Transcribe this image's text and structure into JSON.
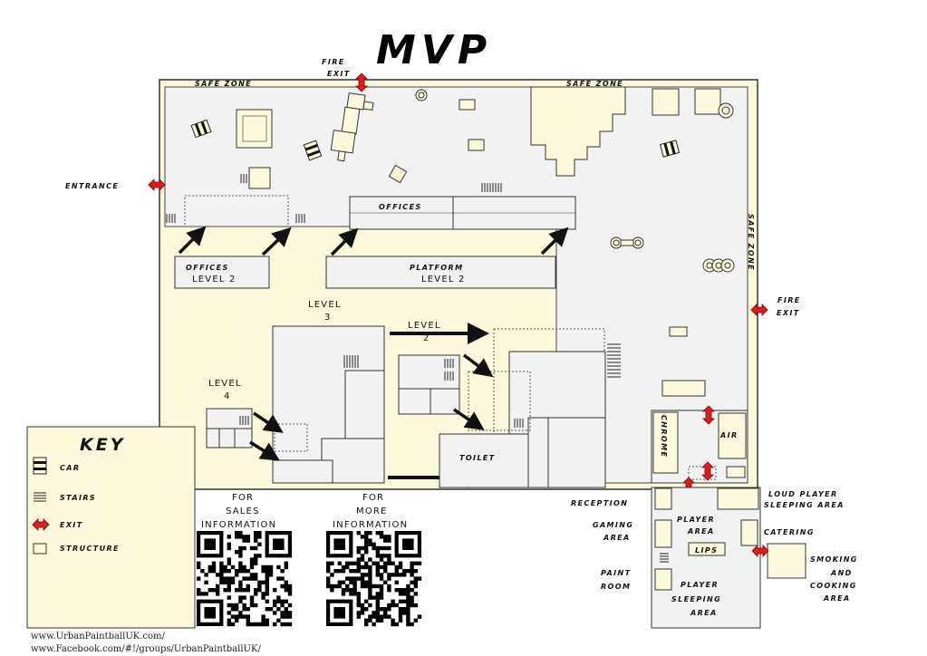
{
  "logo": "MVP",
  "colors": {
    "safe_zone": "#fbf8dc",
    "floor": "#f2f2f2",
    "structure": "#fbf8dc",
    "exit_arrow": "#e11b1b",
    "wall": "#333333"
  },
  "zones": {
    "safe_zone_top_left": "SAFE ZONE",
    "safe_zone_top_right": "SAFE ZONE",
    "safe_zone_right": "SAFE ZONE"
  },
  "exits": {
    "fire_exit_top_1": "FIRE",
    "fire_exit_top_2": "EXIT",
    "fire_exit_right_1": "FIRE",
    "fire_exit_right_2": "EXIT",
    "entrance": "ENTRANCE"
  },
  "areas": {
    "offices": "OFFICES",
    "offices_level2_1": "OFFICES",
    "offices_level2_2": "LEVEL 2",
    "platform_1": "PLATFORM",
    "platform_2": "LEVEL 2",
    "level3_1": "LEVEL",
    "level3_2": "3",
    "level2_1": "LEVEL",
    "level2_2": "2",
    "level4_1": "LEVEL",
    "level4_2": "4",
    "toilet": "TOILET",
    "chrome": "CHROME",
    "air": "AIR",
    "reception": "RECEPTION",
    "gaming_1": "GAMING",
    "gaming_2": "AREA",
    "player_area_1": "PLAYER",
    "player_area_2": "AREA",
    "lips": "LIPS",
    "paint_1": "PAINT",
    "paint_2": "ROOM",
    "sleeping_1": "PLAYER",
    "sleeping_2": "SLEEPING",
    "sleeping_3": "AREA",
    "loud_1": "LOUD PLAYER",
    "loud_2": "SLEEPING AREA",
    "catering": "CATERING",
    "smoking_1": "SMOKING",
    "smoking_2": "AND",
    "smoking_3": "COOKING",
    "smoking_4": "AREA"
  },
  "key": {
    "title": "KEY",
    "items": [
      "CAR",
      "STAIRS",
      "EXIT",
      "STRUCTURE"
    ]
  },
  "info": {
    "sales_1": "FOR",
    "sales_2": "SALES",
    "sales_3": "INFORMATION",
    "more_1": "FOR",
    "more_2": "MORE",
    "more_3": "INFORMATION"
  },
  "urls": [
    "www.UrbanPaintballUK.com/",
    "www.Facebook.com/#!/groups/UrbanPaintballUK/"
  ]
}
